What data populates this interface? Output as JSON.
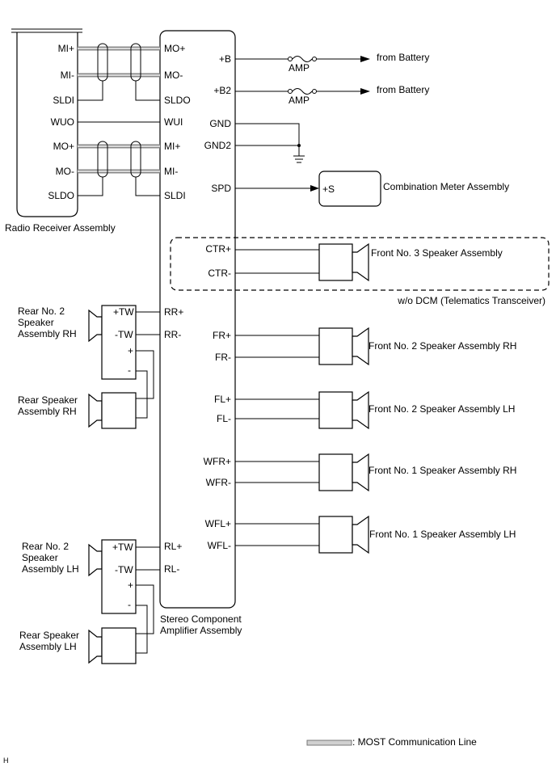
{
  "components": {
    "radio_receiver": "Radio Receiver Assembly",
    "amplifier_line1": "Stereo Component",
    "amplifier_line2": "Amplifier Assembly",
    "combination_meter": "Combination Meter Assembly",
    "front3": "Front No. 3 Speaker Assembly",
    "front2_rh": "Front No. 2 Speaker Assembly RH",
    "front2_lh": "Front No. 2 Speaker Assembly LH",
    "front1_rh": "Front No. 1 Speaker Assembly RH",
    "front1_lh": "Front No. 1 Speaker Assembly LH",
    "rear2_rh": [
      "Rear No. 2",
      "Speaker",
      "Assembly RH"
    ],
    "rear_rh": [
      "Rear Speaker",
      "Assembly RH"
    ],
    "rear2_lh": [
      "Rear No. 2",
      "Speaker",
      "Assembly LH"
    ],
    "rear_lh": [
      "Rear Speaker",
      "Assembly LH"
    ]
  },
  "radio_pins": [
    "MI+",
    "MI-",
    "SLDI",
    "WUO",
    "MO+",
    "MO-",
    "SLDO"
  ],
  "amp_left_pins": [
    "MO+",
    "MO-",
    "SLDO",
    "WUI",
    "MI+",
    "MI-",
    "SLDI",
    "RR+",
    "RR-",
    "RL+",
    "RL-"
  ],
  "amp_right_pins": [
    "+B",
    "+B2",
    "GND",
    "GND2",
    "SPD",
    "CTR+",
    "CTR-",
    "FR+",
    "FR-",
    "FL+",
    "FL-",
    "WFR+",
    "WFR-",
    "WFL+",
    "WFL-"
  ],
  "power": {
    "fuse": "AMP",
    "source": "from Battery"
  },
  "meter_pin": "+S",
  "tweeter_pins": [
    "+TW",
    "-TW",
    "+",
    "-"
  ],
  "dashed_label": "w/o DCM (Telematics Transceiver)",
  "legend": ": MOST Communication Line",
  "corner_mark": "H"
}
